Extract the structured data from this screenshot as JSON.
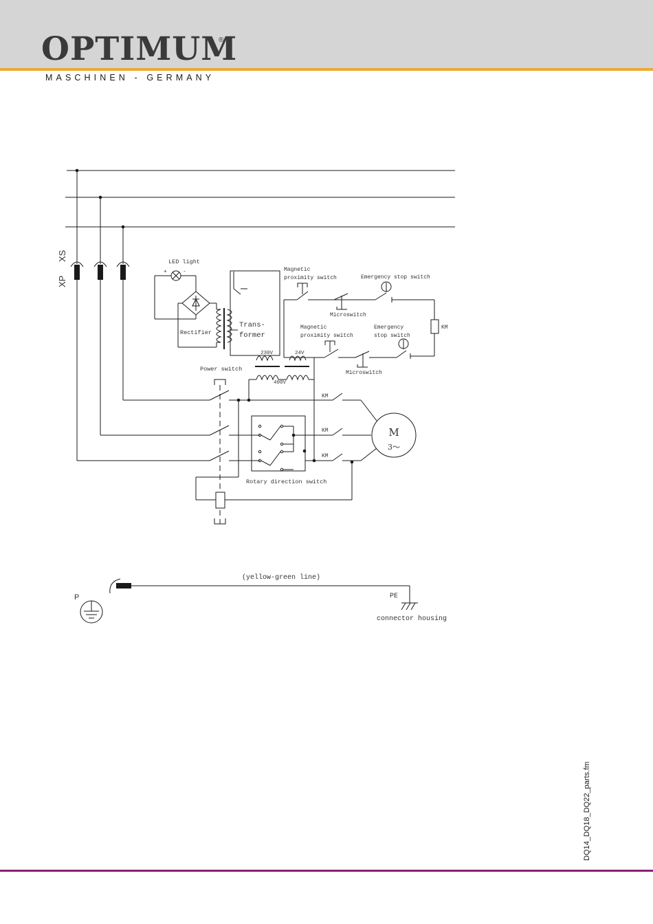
{
  "header": {
    "brand": "OPTIMUM",
    "registered_mark": "®",
    "tagline": "MASCHINEN - GERMANY",
    "accent_color": "#f0a830",
    "band_color": "#d5d5d5"
  },
  "footer": {
    "file_name": "DQ14_DQ18_DQ22_parts.fm",
    "rule_color": "#8b1f6e"
  },
  "diagram": {
    "plug_labels": {
      "xs": "XS",
      "xp": "XP"
    },
    "led": {
      "label": "LED light",
      "plus": "+",
      "minus": "-"
    },
    "rectifier": "Rectifier",
    "transformer": {
      "line1": "Trans-",
      "line2": "former",
      "v230": "230V",
      "v24": "24V",
      "v400": "400V"
    },
    "prox_top": {
      "line1": "Magnetic",
      "line2": "proximity switch"
    },
    "estop_top": "Emergency stop switch",
    "micro_top": "Microswitch",
    "prox_bottom": {
      "line1": "Magnetic",
      "line2": "proximity switch"
    },
    "estop_bottom": {
      "line1": "Emergency",
      "line2": "stop switch"
    },
    "micro_bottom": "Microswitch",
    "km_coil": "KM",
    "km_contacts": [
      "KM",
      "KM",
      "KM"
    ],
    "power_switch": "Power switch",
    "motor": {
      "letter": "M",
      "phase": "3～"
    },
    "rotary_switch": "Rotary direction switch",
    "ground": {
      "line_label": "(yellow-green line)",
      "p": "P",
      "pe": "PE",
      "housing": "connector housing"
    }
  }
}
